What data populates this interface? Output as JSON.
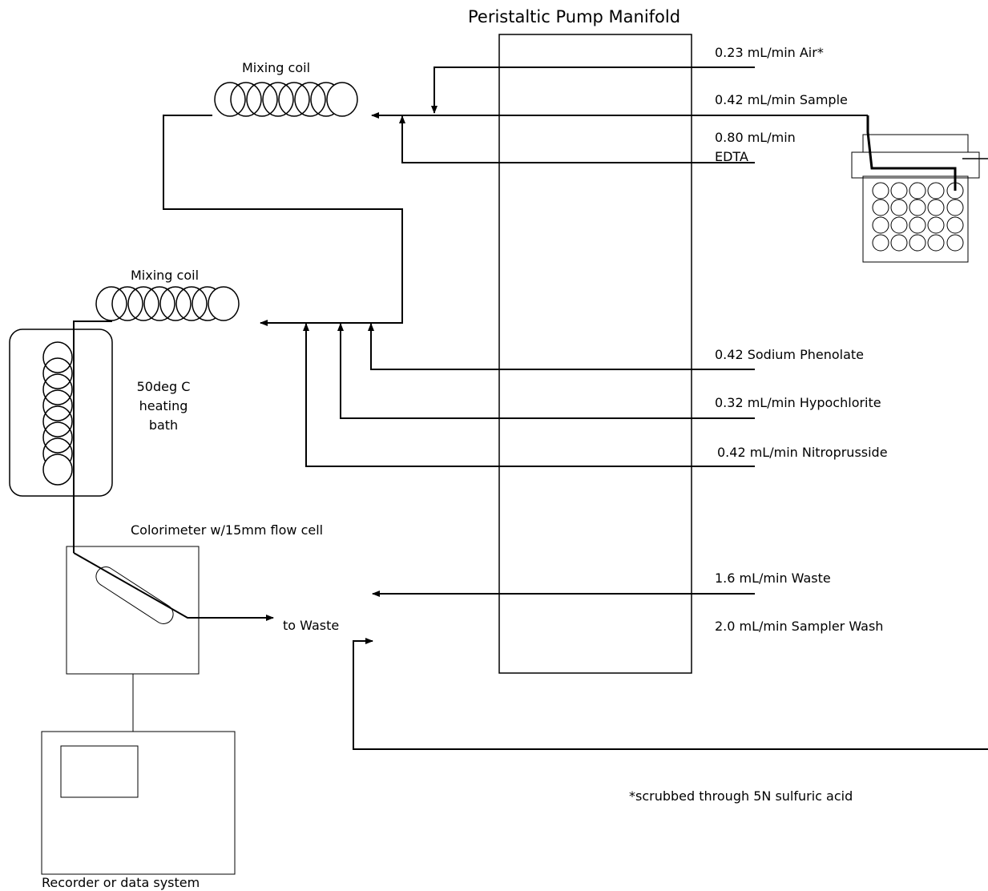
{
  "title": "Peristaltic Pump Manifold",
  "pump_lines": {
    "air": "0.23 mL/min  Air*",
    "sample": "0.42 mL/min  Sample",
    "edta_rate": "0.80 mL/min",
    "edta_name": "EDTA",
    "phenolate": "0.42 Sodium Phenolate",
    "hypochlorite": "0.32 mL/min  Hypochlorite",
    "nitroprusside": "0.42 mL/min  Nitroprusside",
    "waste": "1.6 mL/min  Waste",
    "sampler_wash": "2.0 mL/min  Sampler Wash"
  },
  "components": {
    "mixing_coil_1": "Mixing coil",
    "mixing_coil_2": "Mixing coil",
    "heating_bath_line1": "50deg C",
    "heating_bath_line2": "heating",
    "heating_bath_line3": "bath",
    "colorimeter": "Colorimeter w/15mm flow cell",
    "to_waste": "to Waste",
    "recorder": "Recorder or data system"
  },
  "footnote": "*scrubbed through 5N sulfuric acid",
  "colors": {
    "line": "#000000",
    "background": "#ffffff"
  }
}
